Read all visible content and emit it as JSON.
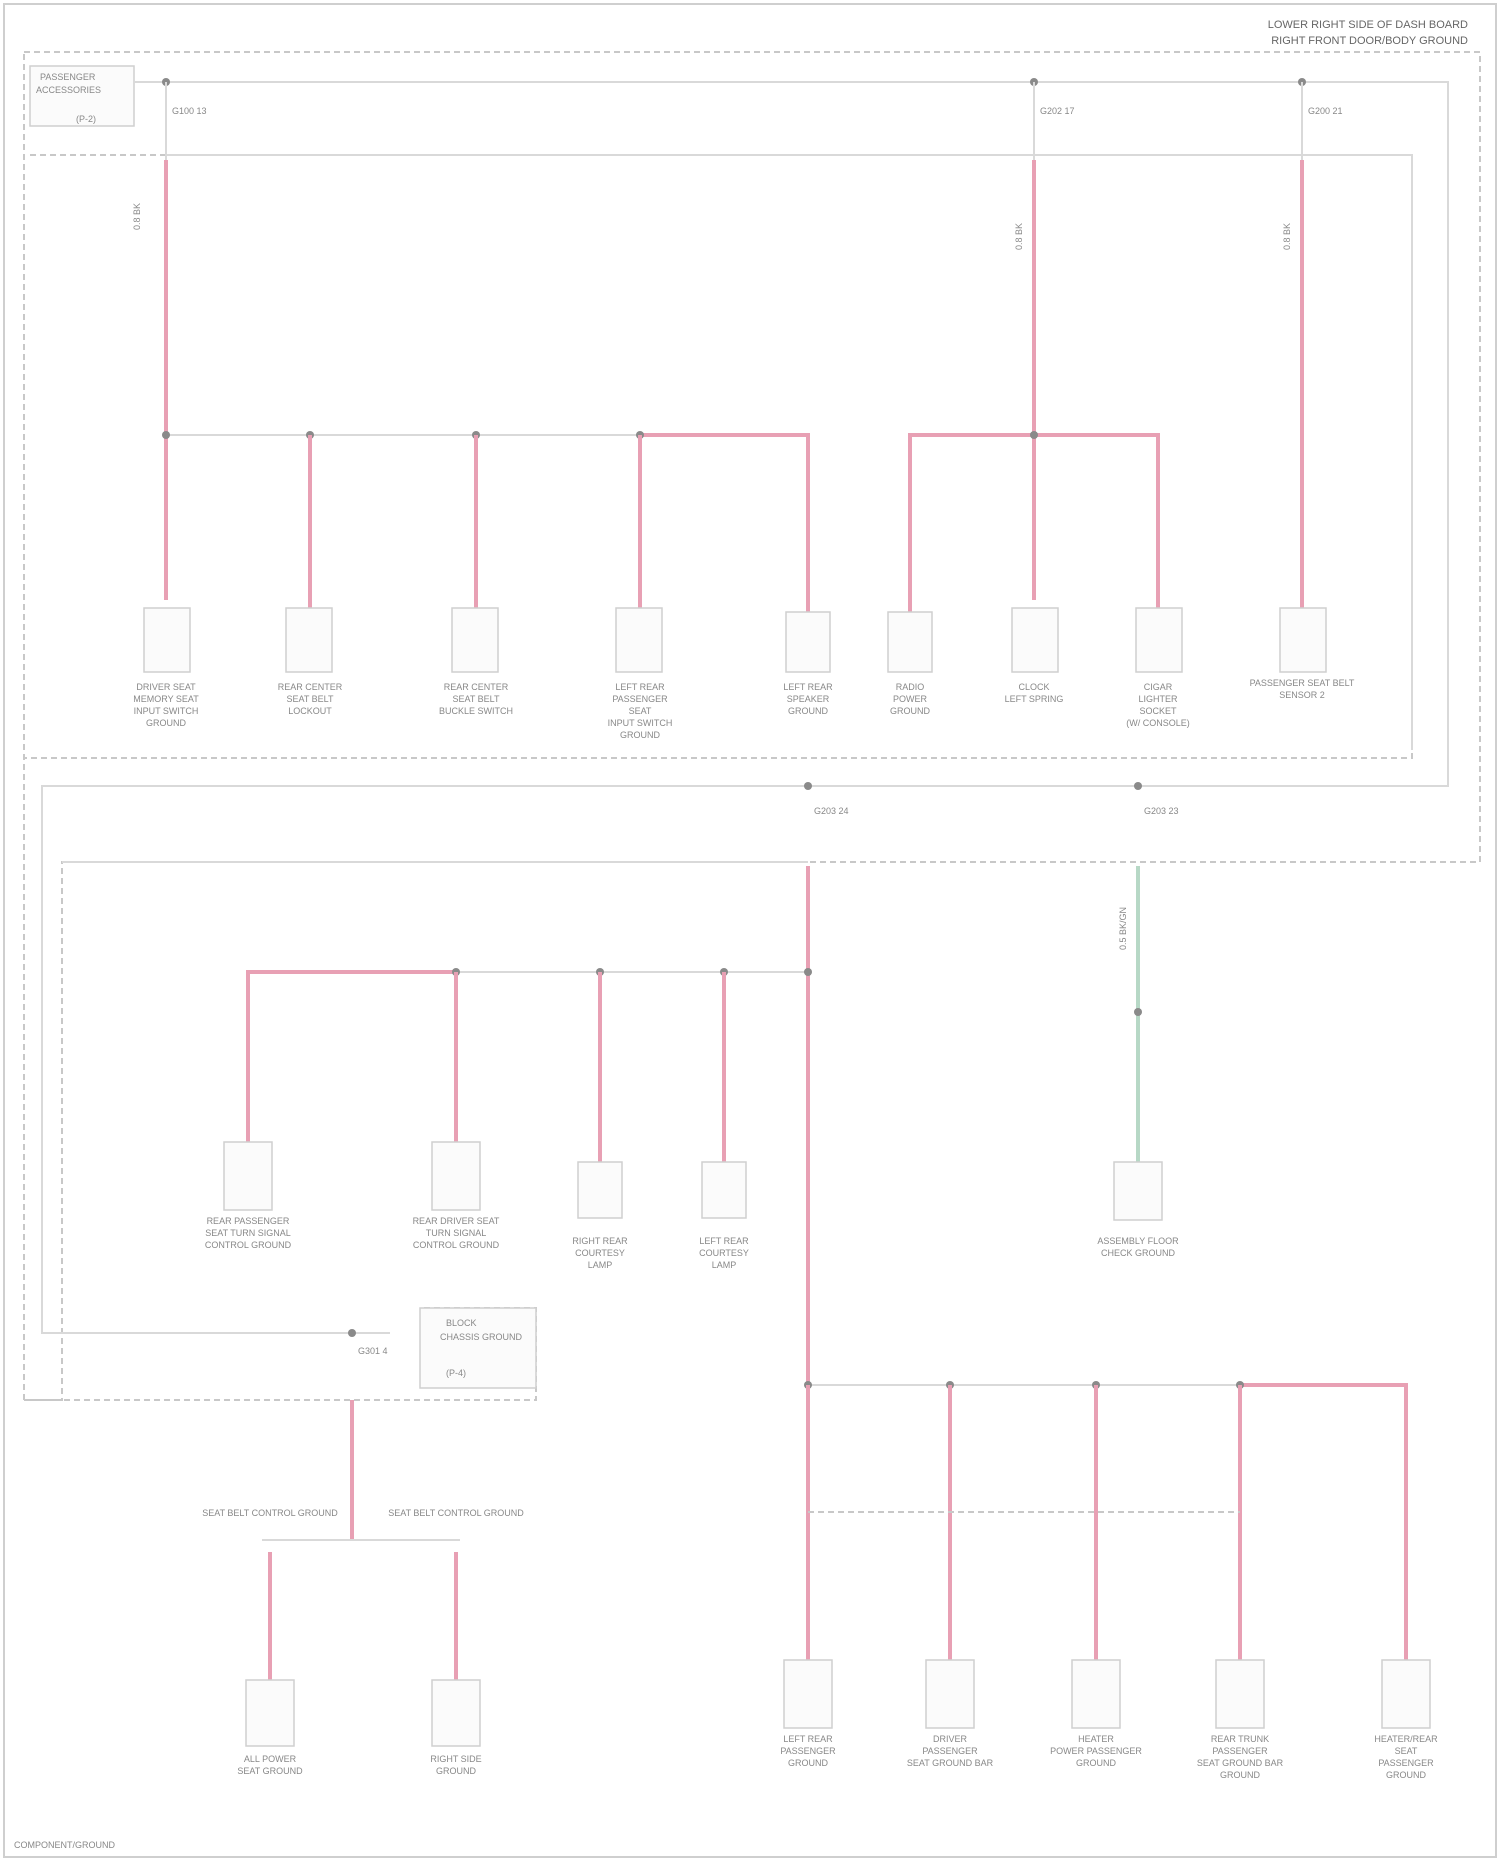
{
  "header": {
    "line1": "LOWER RIGHT SIDE OF DASH BOARD",
    "line2": "RIGHT FRONT DOOR/BODY GROUND"
  },
  "footer": {
    "code": "COMPONENT/GROUND"
  },
  "splices": {
    "s1": "G100 13",
    "s2": "G202 17",
    "s3": "G200 21",
    "s4": "G203 24",
    "s5": "G203 23",
    "s6": "G301 4"
  },
  "grounds": {
    "upper": {
      "name": "PASSENGER",
      "sub": "ACCESSORIES",
      "pin": "(P-2)"
    },
    "lower": {
      "name": "BLOCK",
      "sub": "CHASSIS GROUND",
      "pin": "(P-4)"
    }
  },
  "wire_labels": {
    "w_main_upper": "0.8 BK",
    "w_mid": "0.8 BK",
    "w_right": "0.8 BK",
    "w_green": "0.5 BK/GN"
  },
  "components": {
    "c1": [
      "DRIVER SEAT",
      "MEMORY SEAT",
      "INPUT SWITCH",
      "GROUND"
    ],
    "c2": [
      "REAR CENTER",
      "SEAT BELT",
      "LOCKOUT"
    ],
    "c3": [
      "REAR CENTER",
      "SEAT BELT",
      "BUCKLE SWITCH"
    ],
    "c4": [
      "LEFT REAR",
      "PASSENGER",
      "SEAT",
      "INPUT SWITCH",
      "GROUND"
    ],
    "c5": [
      "LEFT REAR",
      "SPEAKER",
      "GROUND"
    ],
    "c6": [
      "RADIO",
      "POWER",
      "GROUND"
    ],
    "c7": [
      "CLOCK",
      "LEFT SPRING"
    ],
    "c8": [
      "CIGAR",
      "LIGHTER",
      "SOCKET",
      "(W/ CONSOLE)"
    ],
    "c9": [
      "PASSENGER SEAT BELT",
      "SENSOR 2"
    ],
    "c10": [
      "REAR PASSENGER",
      "SEAT TURN SIGNAL",
      "CONTROL GROUND"
    ],
    "c11": [
      "REAR DRIVER SEAT",
      "TURN SIGNAL",
      "CONTROL GROUND"
    ],
    "c12": [
      "RIGHT REAR",
      "COURTESY",
      "LAMP"
    ],
    "c13": [
      "LEFT REAR",
      "COURTESY",
      "LAMP"
    ],
    "c14": [
      "ASSEMBLY FLOOR",
      "CHECK GROUND"
    ],
    "c15": [
      "LEFT REAR",
      "PASSENGER",
      "GROUND"
    ],
    "c16": [
      "DRIVER",
      "PASSENGER",
      "SEAT GROUND BAR"
    ],
    "c17": [
      "HEATER",
      "POWER PASSENGER",
      "GROUND"
    ],
    "c18": [
      "REAR TRUNK",
      "PASSENGER",
      "SEAT GROUND BAR",
      "GROUND"
    ],
    "c19": [
      "HEATER/REAR",
      "SEAT",
      "PASSENGER",
      "GROUND"
    ],
    "c20": [
      "ALL POWER",
      "SEAT GROUND"
    ],
    "c21": [
      "RIGHT SIDE",
      "GROUND"
    ]
  },
  "connectors": {
    "left_hdr": "SEAT BELT CONTROL GROUND",
    "right_hdr": "SEAT BELT CONTROL GROUND"
  },
  "colors": {
    "wire_pink": "#e8a0b4",
    "wire_green": "#b7d8c6",
    "frame": "#cfcfcf"
  }
}
